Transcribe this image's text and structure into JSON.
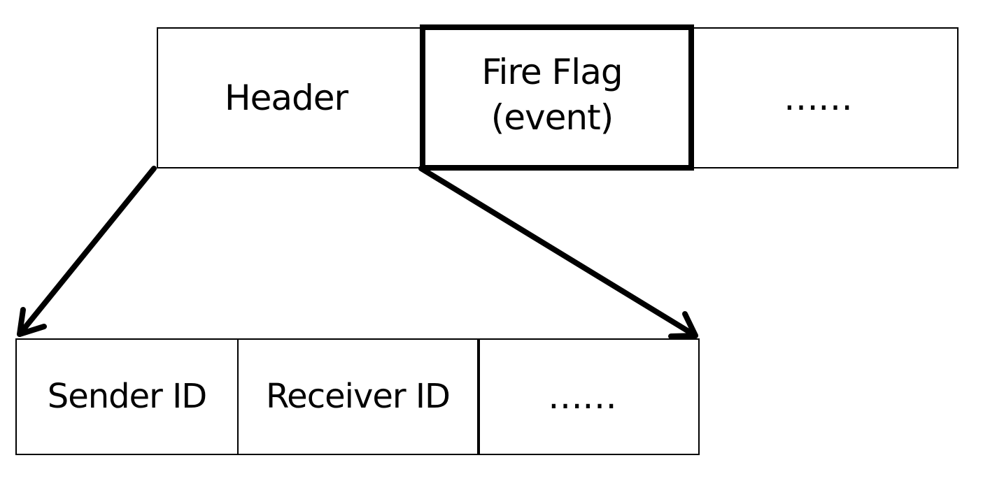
{
  "top_row": {
    "header": "Header",
    "fire_flag_line1": "Fire Flag",
    "fire_flag_line2": "(event)",
    "ellipsis": "……"
  },
  "bottom_row": {
    "sender_id": "Sender ID",
    "receiver_id": "Receiver ID",
    "ellipsis": "……"
  }
}
